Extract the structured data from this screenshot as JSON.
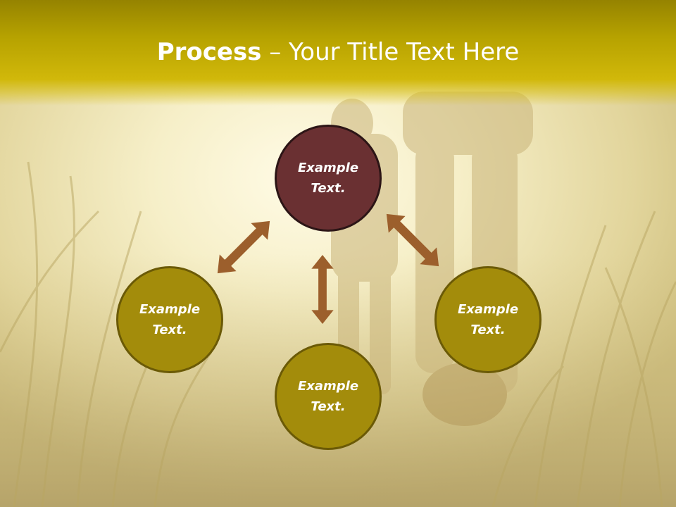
{
  "title": {
    "bold": "Process",
    "rest": " – Your Title Text Here"
  },
  "nodes": {
    "top": {
      "line1": "Example",
      "line2": "Text."
    },
    "left": {
      "line1": "Example",
      "line2": "Text."
    },
    "right": {
      "line1": "Example",
      "line2": "Text."
    },
    "bottom": {
      "line1": "Example",
      "line2": "Text."
    }
  },
  "colors": {
    "header": "#b6a200",
    "node_olive": "#a38c0b",
    "node_maroon": "#6a3032",
    "arrow": "#9c5f2c"
  },
  "icons": [
    "double-arrow-icon"
  ]
}
